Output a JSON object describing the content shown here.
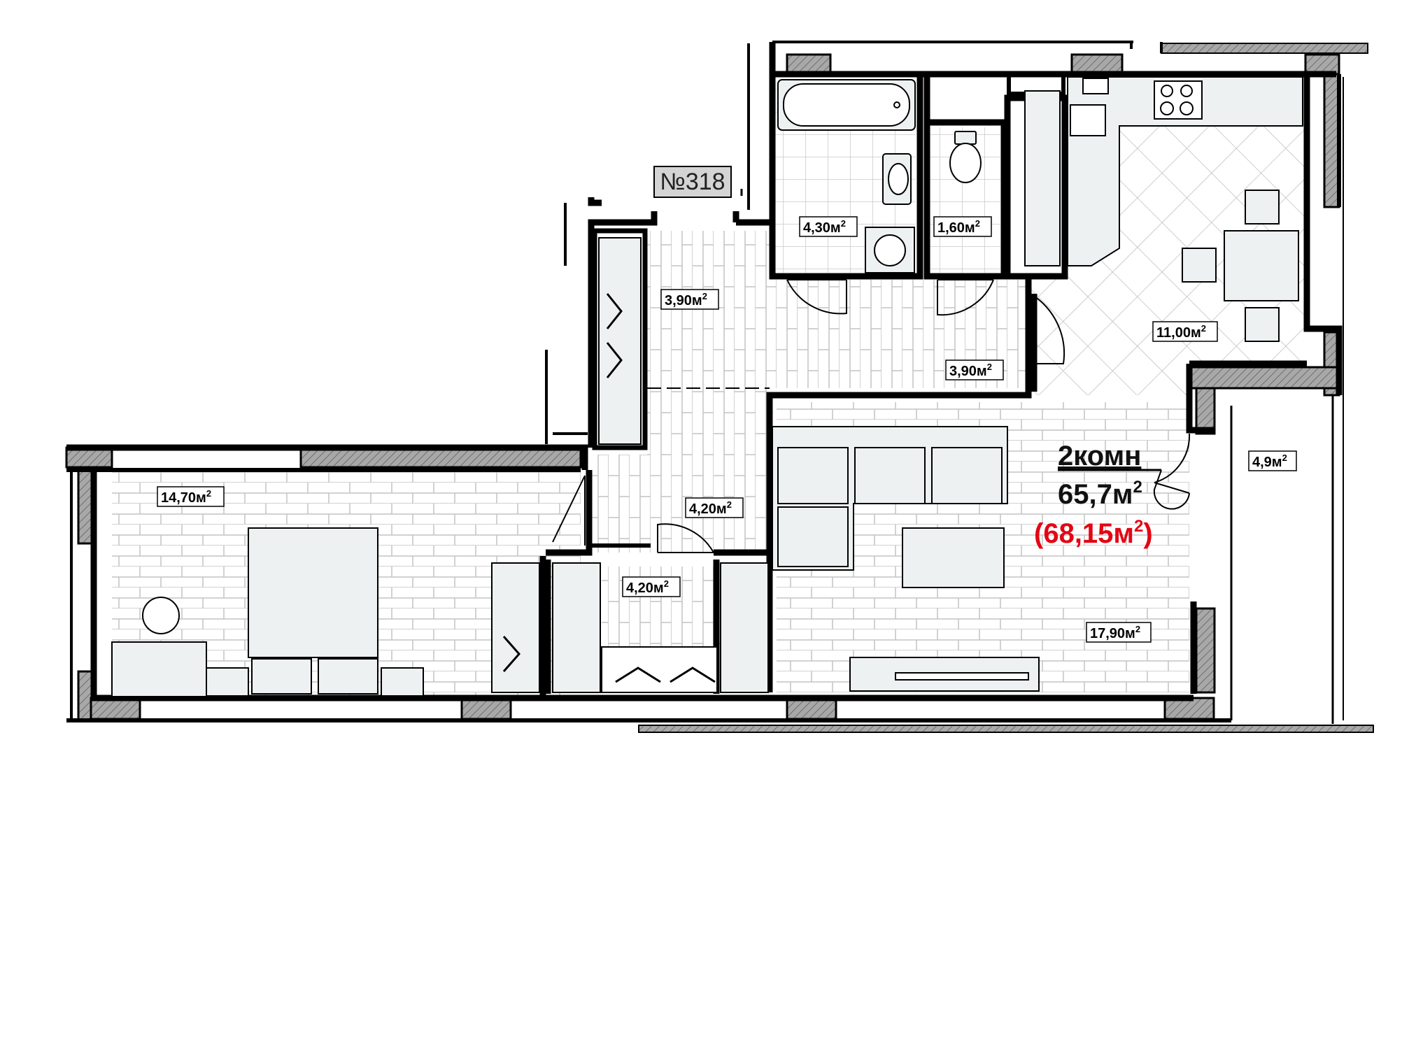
{
  "plan": {
    "apartment_number": "№318",
    "rooms_label": "2комн",
    "living_area": "65,7м",
    "total_area": "(68,15м",
    "total_area_close": ")",
    "superscript": "2"
  },
  "rooms": [
    {
      "id": "bathroom",
      "area": "4,30м"
    },
    {
      "id": "wc",
      "area": "1,60м"
    },
    {
      "id": "entry-hall",
      "area": "3,90м"
    },
    {
      "id": "corridor",
      "area": "3,90м"
    },
    {
      "id": "kitchen",
      "area": "11,00м"
    },
    {
      "id": "bedroom",
      "area": "14,70м"
    },
    {
      "id": "hall",
      "area": "4,20м"
    },
    {
      "id": "wardrobe",
      "area": "4,20м"
    },
    {
      "id": "living-room",
      "area": "17,90м"
    },
    {
      "id": "balcony",
      "area": "4,9м"
    }
  ],
  "colors": {
    "wall": "#000000",
    "hatch": "#9a9a9a",
    "floor_line": "#bfbfbf",
    "furniture": "#eef1f2",
    "accent": "#e30613"
  }
}
